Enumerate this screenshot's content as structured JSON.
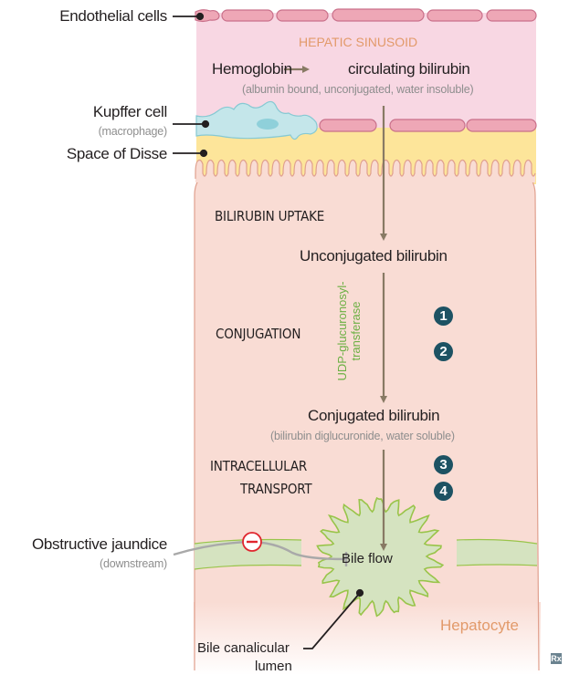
{
  "labels": {
    "endothelial_cells": "Endothelial cells",
    "kupffer_cell": "Kupffer cell",
    "kupffer_note": "(macrophage)",
    "space_of_disse": "Space of Disse",
    "hepatic_sinusoid": "HEPATIC SINUSOID",
    "hemoglobin": "Hemoglobin",
    "circulating_bilirubin": "circulating bilirubin",
    "circulating_note": "(albumin bound, unconjugated, water insoluble)",
    "bilirubin_uptake": "BILIRUBIN UPTAKE",
    "unconjugated_bilirubin": "Unconjugated bilirubin",
    "conjugation": "CONJUGATION",
    "enzyme_line1": "UDP-glucuronosyl-",
    "enzyme_line2": "transferase",
    "conjugated_bilirubin": "Conjugated bilirubin",
    "conjugated_note": "(bilirubin diglucuronide, water soluble)",
    "intracellular": "INTRACELLULAR",
    "transport": "TRANSPORT",
    "obstructive_jaundice": "Obstructive jaundice",
    "obstructive_note": "(downstream)",
    "inhibit_symbol": "−",
    "bile_flow": "Bile flow",
    "bile_canalicular": "Bile canalicular",
    "lumen": "lumen",
    "hepatocyte": "Hepatocyte",
    "logo": "Rx"
  },
  "steps": [
    "1",
    "2",
    "3",
    "4"
  ],
  "colors": {
    "sinusoid": "#f8d7e3",
    "endothelial": "#eea7b6",
    "kupffer": "#c4e6ea",
    "disse": "#fde59a",
    "hepatocyte": "#f9dcd4",
    "canaliculus": "#d5e3c0",
    "canaliculus_border": "#99c44a",
    "arrow": "#887a64",
    "accent_orange": "#e29a6a",
    "enzyme_green": "#6cb044",
    "step_badge": "#1d5263",
    "inhibit_red": "#e0262e"
  }
}
